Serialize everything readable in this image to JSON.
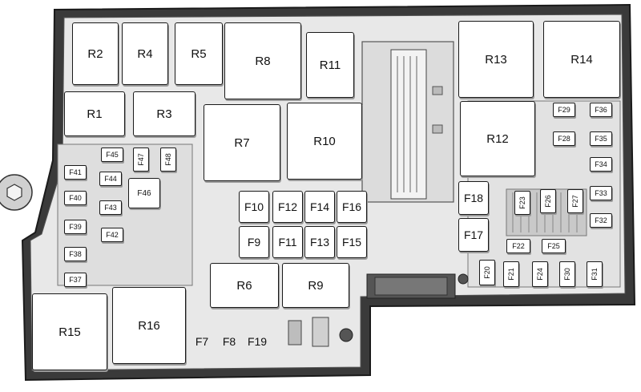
{
  "colors": {
    "housing_outline": "#1a1a1a",
    "housing_fill": "#ffffff",
    "inner_panel": "#e8e8e8",
    "component_fill": "#ffffff",
    "text": "#111111"
  },
  "relays": [
    "R1",
    "R2",
    "R3",
    "R4",
    "R5",
    "R6",
    "R7",
    "R8",
    "R9",
    "R10",
    "R11",
    "R12",
    "R13",
    "R14",
    "R15",
    "R16"
  ],
  "fuses": [
    "F7",
    "F8",
    "F9",
    "F10",
    "F11",
    "F12",
    "F13",
    "F14",
    "F15",
    "F16",
    "F17",
    "F18",
    "F19",
    "F20",
    "F21",
    "F22",
    "F23",
    "F24",
    "F25",
    "F26",
    "F27",
    "F28",
    "F29",
    "F30",
    "F31",
    "F32",
    "F33",
    "F34",
    "F35",
    "F36",
    "F37",
    "F38",
    "F39",
    "F40",
    "F41",
    "F42",
    "F43",
    "F44",
    "F45",
    "F46",
    "F47",
    "F48"
  ]
}
